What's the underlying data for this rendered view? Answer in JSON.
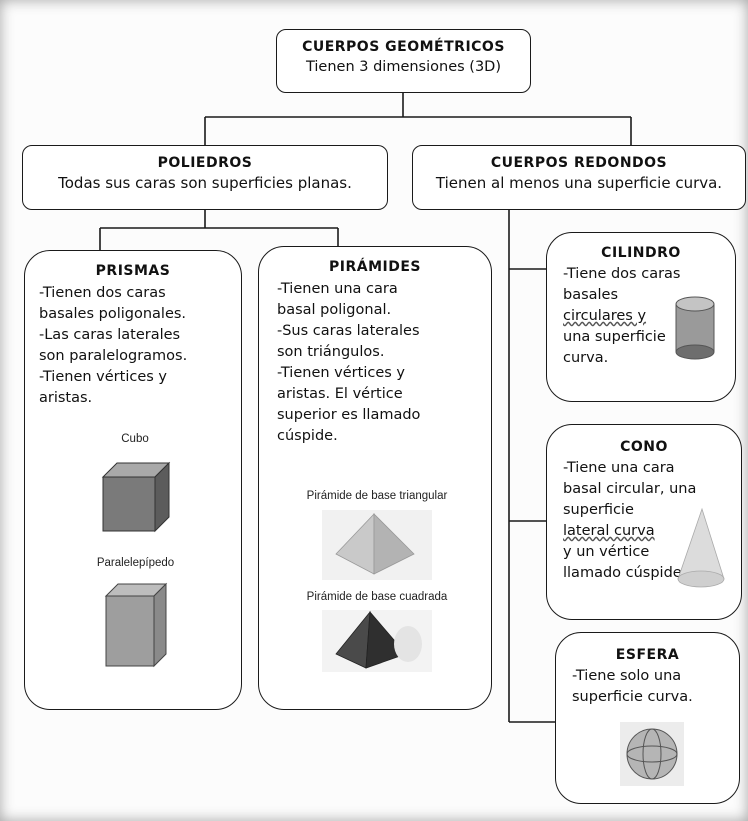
{
  "root": {
    "title": "CUERPOS GEOMÉTRICOS",
    "subtitle": "Tienen 3 dimensiones (3D)"
  },
  "poliedros": {
    "title": "POLIEDROS",
    "subtitle": "Todas sus caras son superficies planas."
  },
  "redondos": {
    "title": "CUERPOS REDONDOS",
    "subtitle": "Tienen al menos una superficie curva."
  },
  "prismas": {
    "title": "PRISMAS",
    "lines": [
      "-Tienen dos caras",
      "basales poligonales.",
      "-Las caras laterales",
      "son paralelogramos.",
      "-Tienen vértices y",
      "aristas."
    ],
    "captions": [
      "Cubo",
      "Paralelepípedo"
    ]
  },
  "piramides": {
    "title": "PIRÁMIDES",
    "lines": [
      "-Tienen una cara",
      "basal poligonal.",
      "-Sus caras laterales",
      "son triángulos.",
      "-Tienen vértices y",
      "aristas.  El vértice",
      "superior es llamado",
      "cúspide."
    ],
    "captions": [
      "Pirámide de base triangular",
      "Pirámide de base cuadrada"
    ]
  },
  "cilindro": {
    "title": "CILINDRO",
    "lines": [
      "-Tiene dos caras",
      "basales",
      "circulares y",
      "una superficie",
      "curva."
    ]
  },
  "cono": {
    "title": "CONO",
    "lines": [
      "-Tiene una cara",
      "basal circular, una",
      "superficie",
      "lateral curva",
      "y un vértice",
      "llamado cúspide."
    ]
  },
  "esfera": {
    "title": "ESFERA",
    "lines": [
      "-Tiene solo una",
      "superficie curva."
    ]
  },
  "colors": {
    "box_border": "#1a1a1a",
    "shape_gray": "#7a7a7a",
    "shape_dark": "#3c3c3c",
    "shape_light": "#cfcfcf"
  }
}
